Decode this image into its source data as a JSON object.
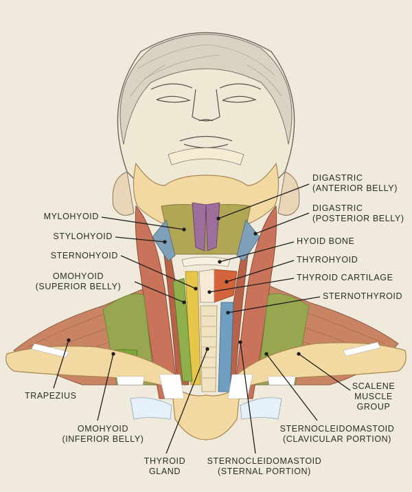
{
  "labels": {
    "digastric_anterior": {
      "l1": "DIGASTRIC",
      "l2": "(ANTERIOR BELLY)"
    },
    "digastric_posterior": {
      "l1": "DIGASTRIC",
      "l2": "(POSTERIOR BELLY)"
    },
    "mylohyoid": "MYLOHYOID",
    "stylohyoid": "STYLOHYOID",
    "hyoid_bone": "HYOID BONE",
    "sternohyoid": "STERNOHYOID",
    "thyrohyoid": "THYROHYOID",
    "omohyoid_superior": {
      "l1": "OMOHYOID",
      "l2": "(SUPERIOR BELLY)"
    },
    "thyroid_cartilage": "THYROID CARTILAGE",
    "sternothyroid": "STERNOTHYROID",
    "trapezius": "TRAPEZIUS",
    "scalene": {
      "l1": "SCALENE",
      "l2": "MUSCLE",
      "l3": "GROUP"
    },
    "omohyoid_inferior": {
      "l1": "OMOHYOID",
      "l2": "(INFERIOR BELLY)"
    },
    "scm_clavicular": {
      "l1": "STERNOCLEIDOMASTOID",
      "l2": "(CLAVICULAR PORTION)"
    },
    "thyroid_gland": {
      "l1": "THYROID",
      "l2": "GLAND"
    },
    "scm_sternal": {
      "l1": "STERNOCLEIDOMASTOID",
      "l2": "(STERNAL PORTION)"
    }
  },
  "colors": {
    "background": "#efeadc",
    "bone": "#f2d9a2",
    "muscle_red": "#c9745a",
    "muscle_green": "#8fae4c",
    "muscle_yellow": "#e8c64a",
    "muscle_purple": "#9d6f9c",
    "muscle_blue": "#6f9ec0",
    "tendon": "#ffffff",
    "line": "#1c1c1c"
  }
}
